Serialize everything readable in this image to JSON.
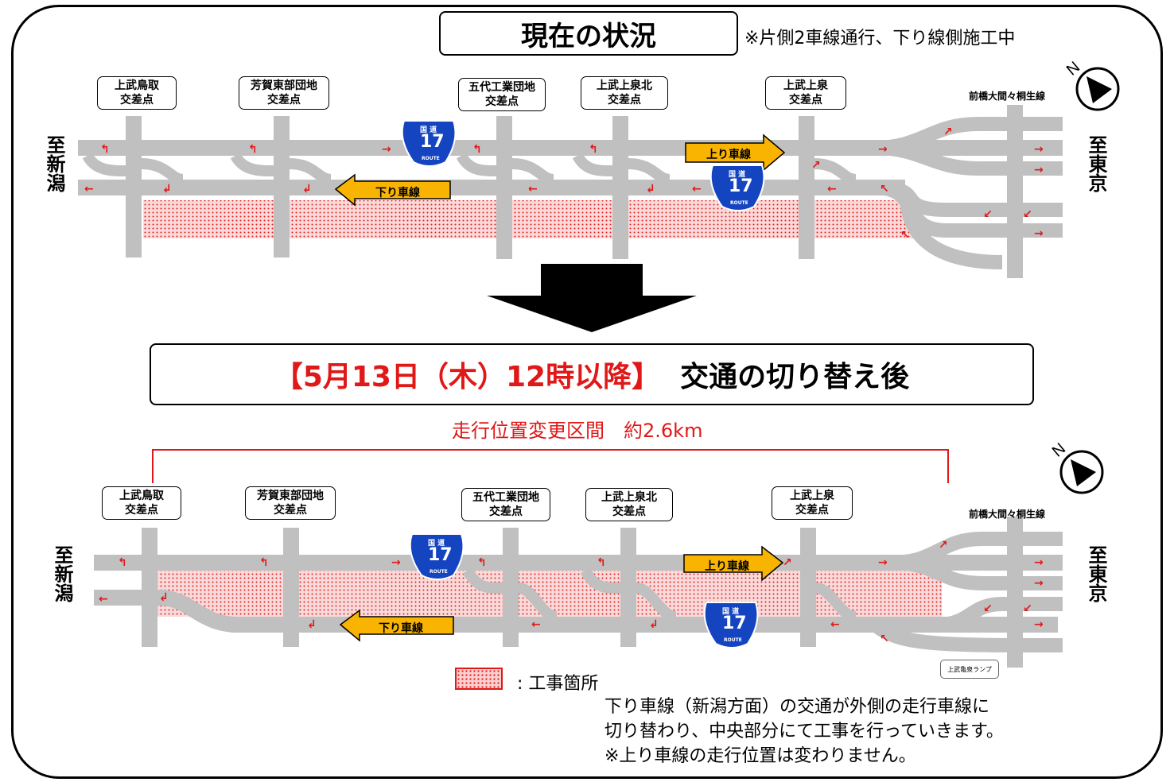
{
  "title_current": "現在の状況",
  "note_current": "※片側2車線通行、下り線側施工中",
  "title_after_red": "【5月13日（木）12時以降】",
  "title_after_black": "交通の切り替え後",
  "section_label": "走行位置変更区間　約2.6km",
  "to_niigata": "至新潟",
  "to_tokyo": "至東京",
  "intersections": [
    {
      "line1": "上武鳥取",
      "line2": "交差点"
    },
    {
      "line1": "芳賀東部団地",
      "line2": "交差点"
    },
    {
      "line1": "五代工業団地",
      "line2": "交差点"
    },
    {
      "line1": "上武上泉北",
      "line2": "交差点"
    },
    {
      "line1": "上武上泉",
      "line2": "交差点"
    }
  ],
  "bypass_label": "前橋大間々桐生線",
  "up_lane": "上り車線",
  "down_lane": "下り車線",
  "route_shield": {
    "top": "国 道",
    "number": "17",
    "bottom": "ROUTE"
  },
  "ramp_label": "上武亀泉ランプ",
  "legend_label": ":  工事箇所",
  "description": [
    "下り車線（新潟方面）の交通が外側の走行車線に",
    "切り替わり、中央部分にて工事を行っていきます。",
    "※上り車線の走行位置は変わりません。"
  ],
  "compass": "N",
  "colors": {
    "road": "#c0c0c0",
    "work": "#e01818",
    "lane_arrow": "#f8b400",
    "shield": "#1444c0",
    "red_text": "#e01818"
  }
}
